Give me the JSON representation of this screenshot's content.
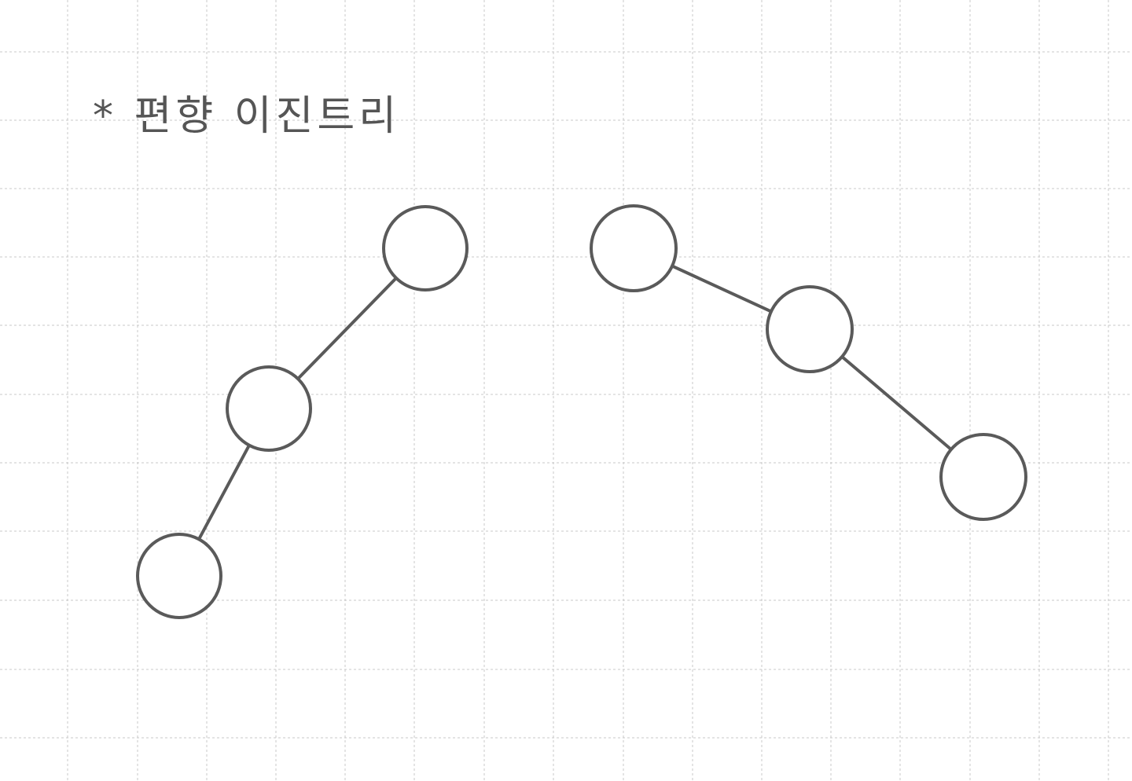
{
  "title": "* 편향 이진트리",
  "colors": {
    "background": "#ffffff",
    "grid": "#c8c8c8",
    "stroke": "#5a5a5a",
    "node_fill": "#ffffff",
    "text": "#555555"
  },
  "trees": [
    {
      "name": "left-skewed-tree",
      "nodes": [
        "root",
        "middle",
        "leaf"
      ],
      "edges": [
        [
          "root",
          "middle"
        ],
        [
          "middle",
          "leaf"
        ]
      ]
    },
    {
      "name": "right-skewed-tree",
      "nodes": [
        "root",
        "middle",
        "leaf"
      ],
      "edges": [
        [
          "root",
          "middle"
        ],
        [
          "middle",
          "leaf"
        ]
      ]
    }
  ]
}
